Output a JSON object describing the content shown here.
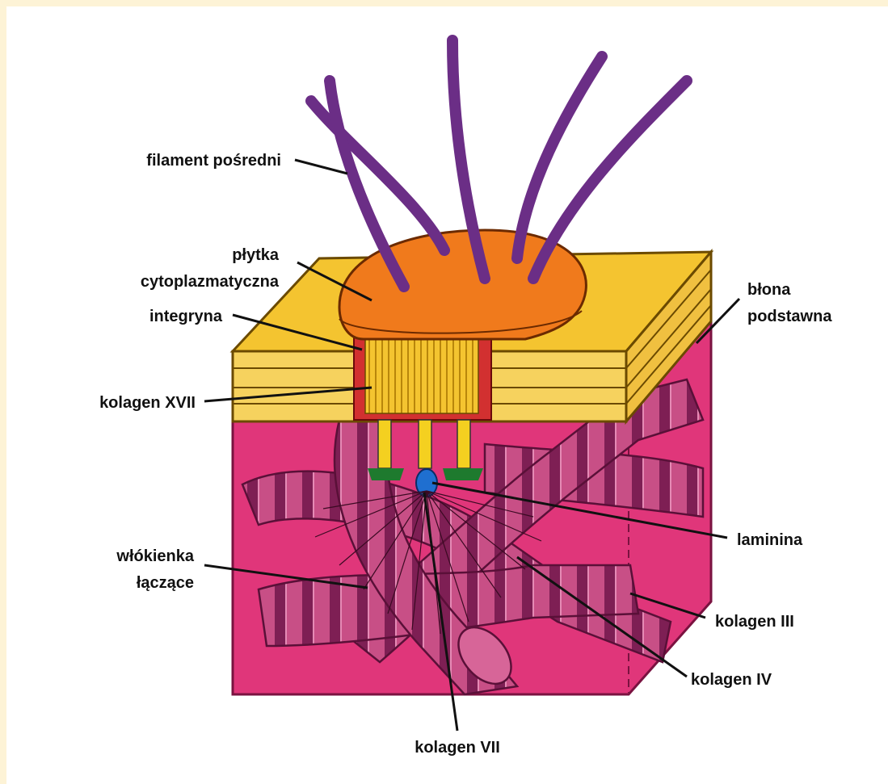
{
  "labels": {
    "filament": "filament pośredni",
    "plate_1": "płytka",
    "plate_2": "cytoplazmatyczna",
    "integrin": "integryna",
    "collagen17": "kolagen XVII",
    "membrane_1": "błona",
    "membrane_2": "podstawna",
    "laminin": "laminina",
    "fibrils_1": "włókienka",
    "fibrils_2": "łączące",
    "collagen3": "kolagen III",
    "collagen4": "kolagen IV",
    "collagen7": "kolagen VII"
  },
  "colors": {
    "frame": "#fdf3d6",
    "filament": "#6b2e86",
    "plate": "#f07a1c",
    "membrane_layer": "#f4c430",
    "dermis": "#e0367a",
    "collagen_fiber": "#c84f86",
    "collagen_band": "#7e1f54",
    "laminin_dot": "#1f6fd0",
    "anchor_green": "#1e7a2e",
    "integrin_red": "#c42020"
  }
}
